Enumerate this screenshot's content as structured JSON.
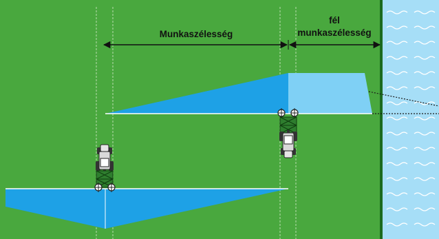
{
  "labels": {
    "working_width": "Munkaszélesség",
    "half_line1": "fél",
    "half_line2": "munkaszélesség"
  },
  "colors": {
    "field_green": "#49a83e",
    "track_green": "#7dbf73",
    "field_edge": "#1b6b1e",
    "spray_dark": "#1ea1e6",
    "spray_light": "#7fd0f5",
    "water": "#a6def7",
    "water_wave": "#ffffff"
  },
  "icons": {
    "tractor": "tractor-icon",
    "sprayer_boom": "sprayer-boom-icon",
    "nozzle": "spinning-disc-icon"
  }
}
